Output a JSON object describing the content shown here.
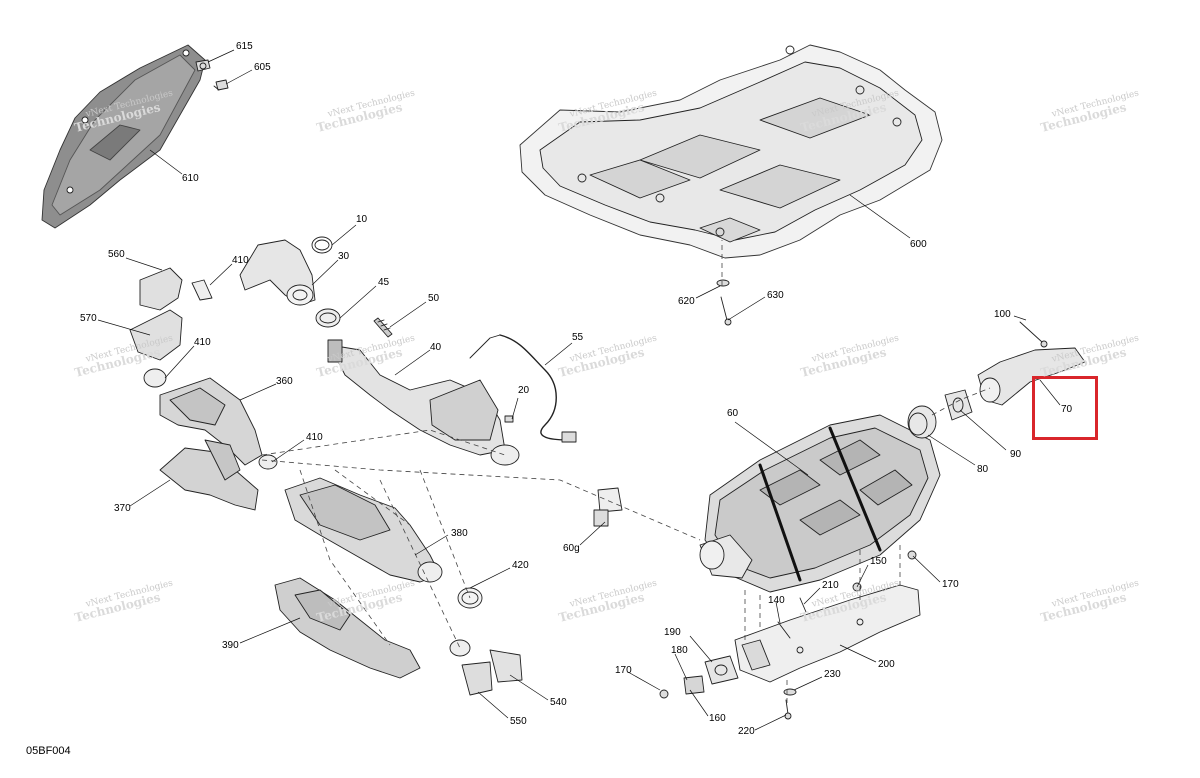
{
  "diagram_code": "05BF004",
  "watermark": {
    "line1": "vNext Technologies",
    "line2": "Technologies"
  },
  "highlight": {
    "part": "70",
    "color": "#d9262b"
  },
  "parts": {
    "p615": "615",
    "p605": "605",
    "p610": "610",
    "p600": "600",
    "p10": "10",
    "p30": "30",
    "p560": "560",
    "p410a": "410",
    "p45": "45",
    "p50": "50",
    "p570": "570",
    "p410b": "410",
    "p55": "55",
    "p40": "40",
    "p360": "360",
    "p20": "20",
    "p410c": "410",
    "p370": "370",
    "p620": "620",
    "p630": "630",
    "p100": "100",
    "p70": "70",
    "p60": "60",
    "p80": "80",
    "p90": "90",
    "p60g": "60g",
    "p380": "380",
    "p420": "420",
    "p390": "390",
    "p150": "150",
    "p170a": "170",
    "p210": "210",
    "p140": "140",
    "p190": "190",
    "p180": "180",
    "p170b": "170",
    "p200": "200",
    "p230": "230",
    "p160": "160",
    "p540": "540",
    "p550": "550",
    "p220": "220"
  }
}
